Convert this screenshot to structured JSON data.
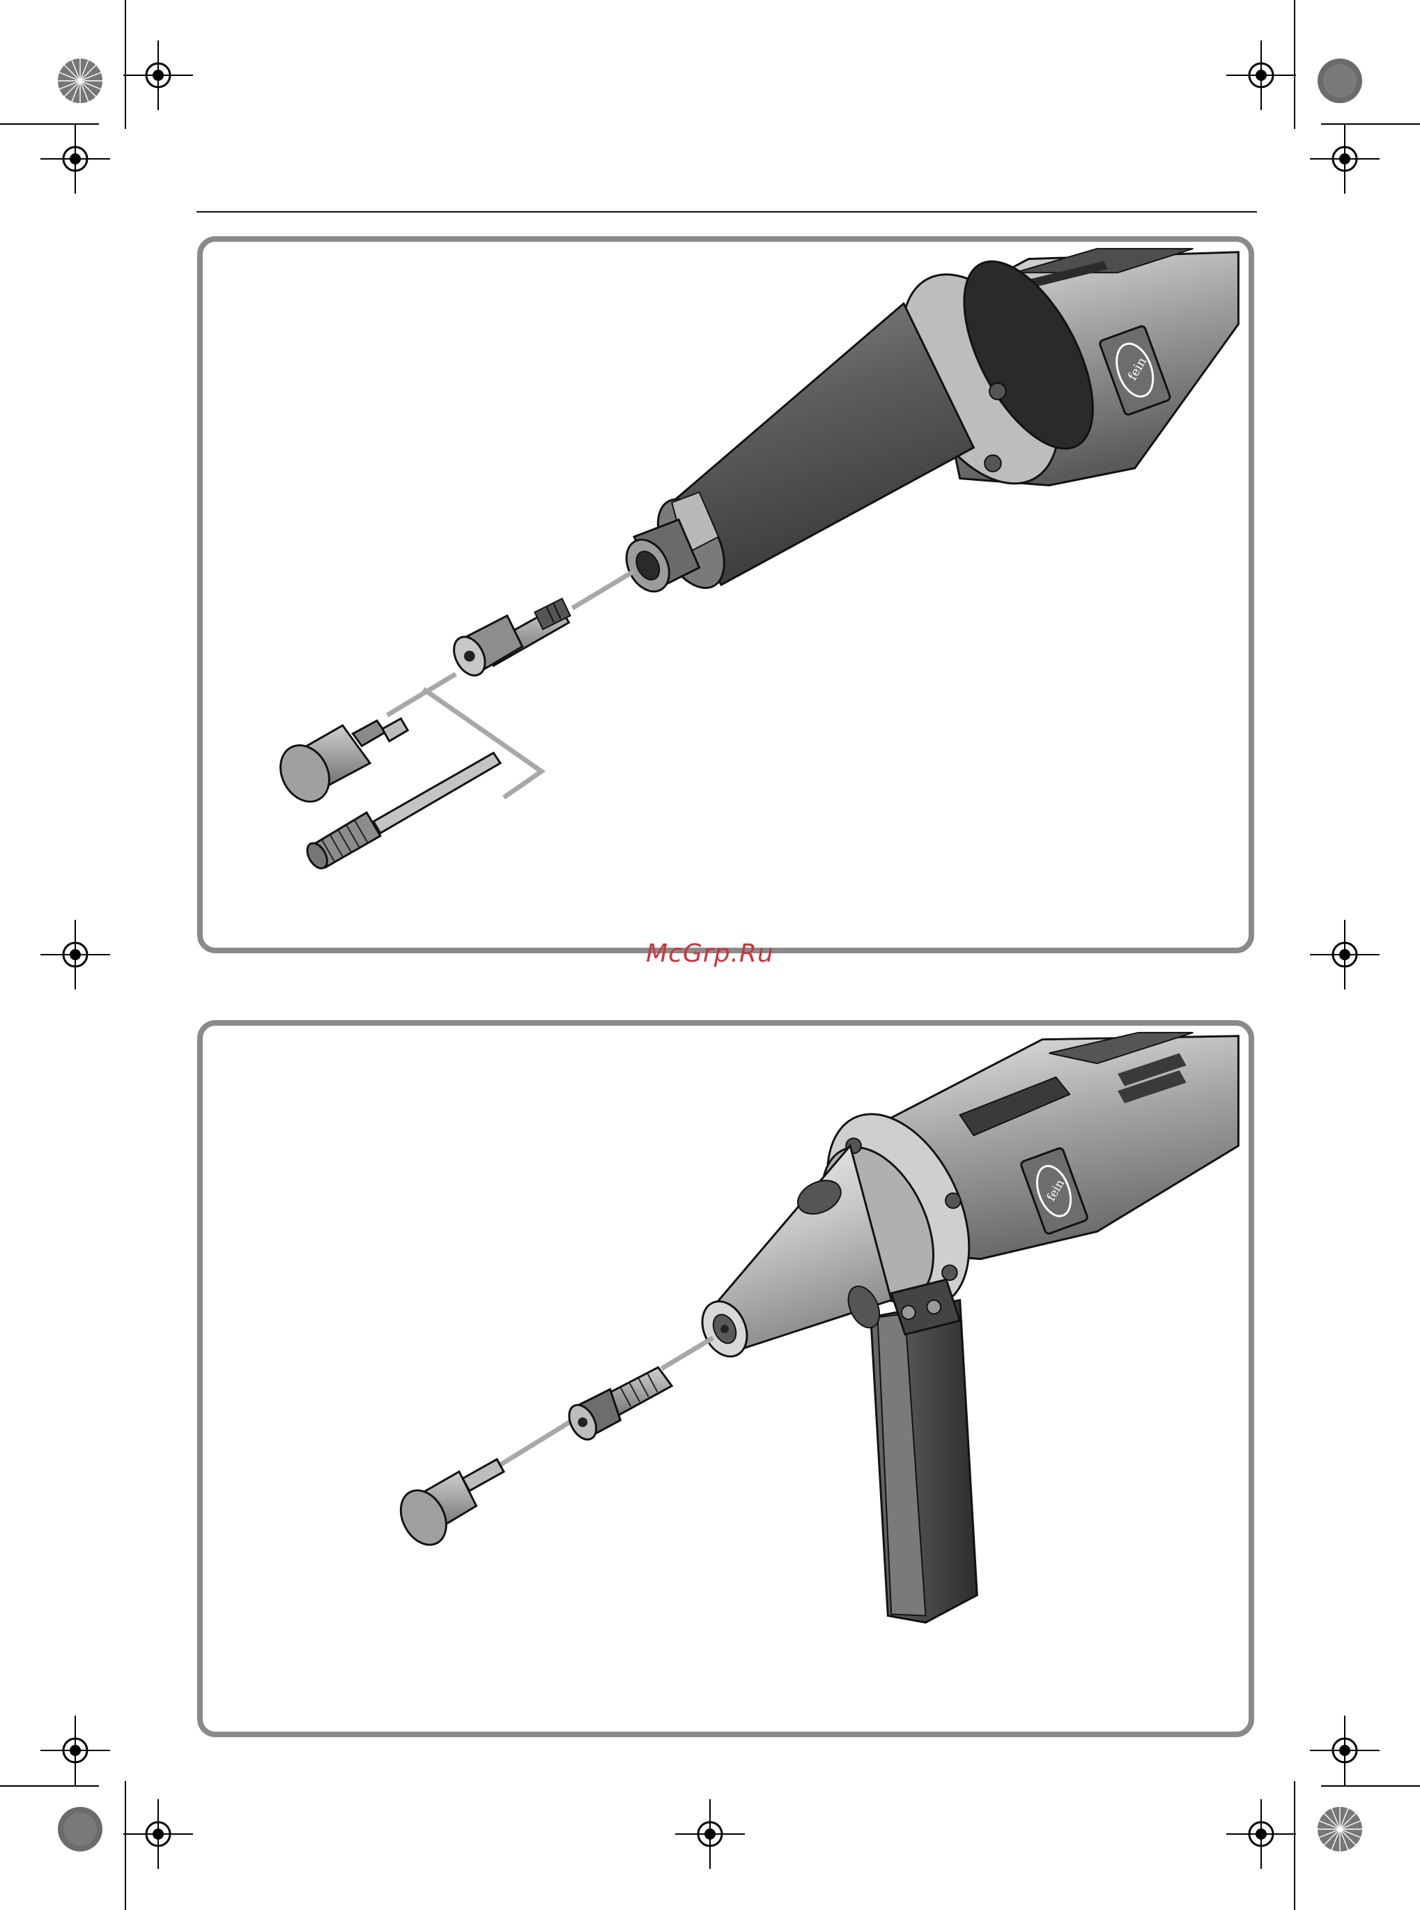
{
  "watermark": {
    "text": "McGrp.Ru"
  },
  "colors": {
    "panel_border": "#8a8a8a",
    "watermark": "#c9353a",
    "tool_dark": "#4a4a4a",
    "tool_mid": "#8c8c8c",
    "tool_light": "#d6d6d6"
  },
  "figures": [
    {
      "name": "Straight die grinder with collet chuck assembly",
      "logo_lettering": "fein"
    },
    {
      "name": "Angled-handle die grinder with collet chuck assembly",
      "logo_lettering": "fein"
    }
  ]
}
